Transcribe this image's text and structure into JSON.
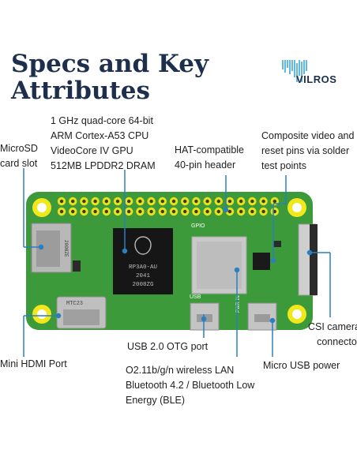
{
  "header": {
    "title_line1": "Specs and Key",
    "title_line2": "Attributes",
    "brand": "VILROS"
  },
  "labels": {
    "cpu": [
      "1 GHz quad-core 64-bit",
      "ARM Cortex-A53 CPU",
      "VideoCore IV GPU",
      "512MB LPDDR2 DRAM"
    ],
    "microsd": [
      "MicroSD",
      "card slot"
    ],
    "hat": [
      "HAT-compatible",
      "40-pin header"
    ],
    "composite": [
      "Composite video and",
      "reset pins via solder",
      "test points"
    ],
    "csi": [
      "CSI camera",
      "connector"
    ],
    "usb_otg": "USB 2.0 OTG port",
    "mini_hdmi": "Mini HDMI Port",
    "wireless": [
      "O2.11b/g/n wireless LAN",
      "Bluetooth 4.2 / Bluetooth Low",
      "Energy (BLE)"
    ],
    "micro_usb": "Micro USB power"
  },
  "board": {
    "gpio_label": "GPIO",
    "chip_lines": [
      "RP3A0-AU",
      "2041",
      "2008ZG"
    ],
    "usb_label": "USB",
    "pwr_label": "PWR IN",
    "sd_code": "2008ZE",
    "hdmi_code": "MTC23"
  },
  "colors": {
    "title": "#1d2f4d",
    "pcb": "#3d9a3a",
    "callout": "#2a7fc0",
    "hole": "#f0e81a"
  }
}
